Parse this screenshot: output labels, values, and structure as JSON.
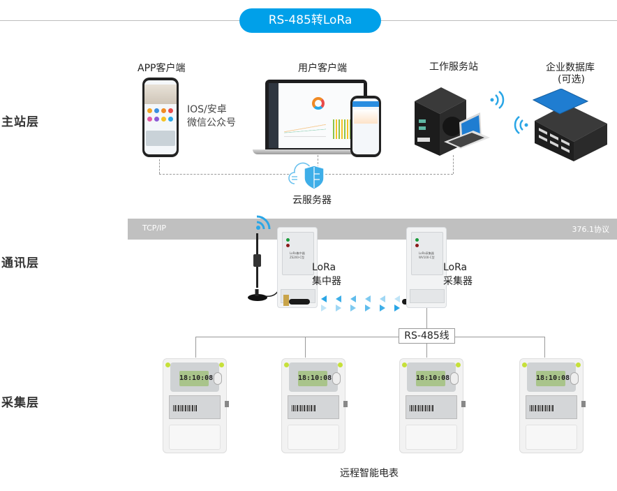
{
  "title": "RS-485转LoRa",
  "layers": {
    "master": "主站层",
    "comm": "通讯层",
    "collect": "采集层"
  },
  "master_station": {
    "app_client": {
      "label": "APP客户端",
      "platforms_line1": "IOS/安卓",
      "platforms_line2": "微信公众号"
    },
    "user_client": {
      "label": "用户客户端"
    },
    "workstation": {
      "label": "工作服务站"
    },
    "database": {
      "label_line1": "企业数据库",
      "label_line2": "(可选)"
    },
    "cloud": {
      "label": "云服务器"
    }
  },
  "comm": {
    "band_left": "TCP/IP",
    "band_right": "376.1协议",
    "concentrator": {
      "line1": "LoRa",
      "line2": "集中器",
      "device_text1": "LoRa集中器",
      "device_text2": "ZS200-C型"
    },
    "collector": {
      "line1": "LoRa",
      "line2": "采集器",
      "device_text1": "LoRa采集器",
      "device_text2": "WV100-C型"
    }
  },
  "collect": {
    "bus_label": "RS-485线",
    "meters_label": "远程智能电表",
    "meters": [
      {
        "reading": "18:10:08"
      },
      {
        "reading": "18:10:08"
      },
      {
        "reading": "18:10:08"
      },
      {
        "reading": "18:10:08"
      }
    ]
  },
  "colors": {
    "accent": "#00a0e9",
    "band": "#c0c0c0",
    "wifi": "#2aa6e6",
    "line": "#999999"
  }
}
